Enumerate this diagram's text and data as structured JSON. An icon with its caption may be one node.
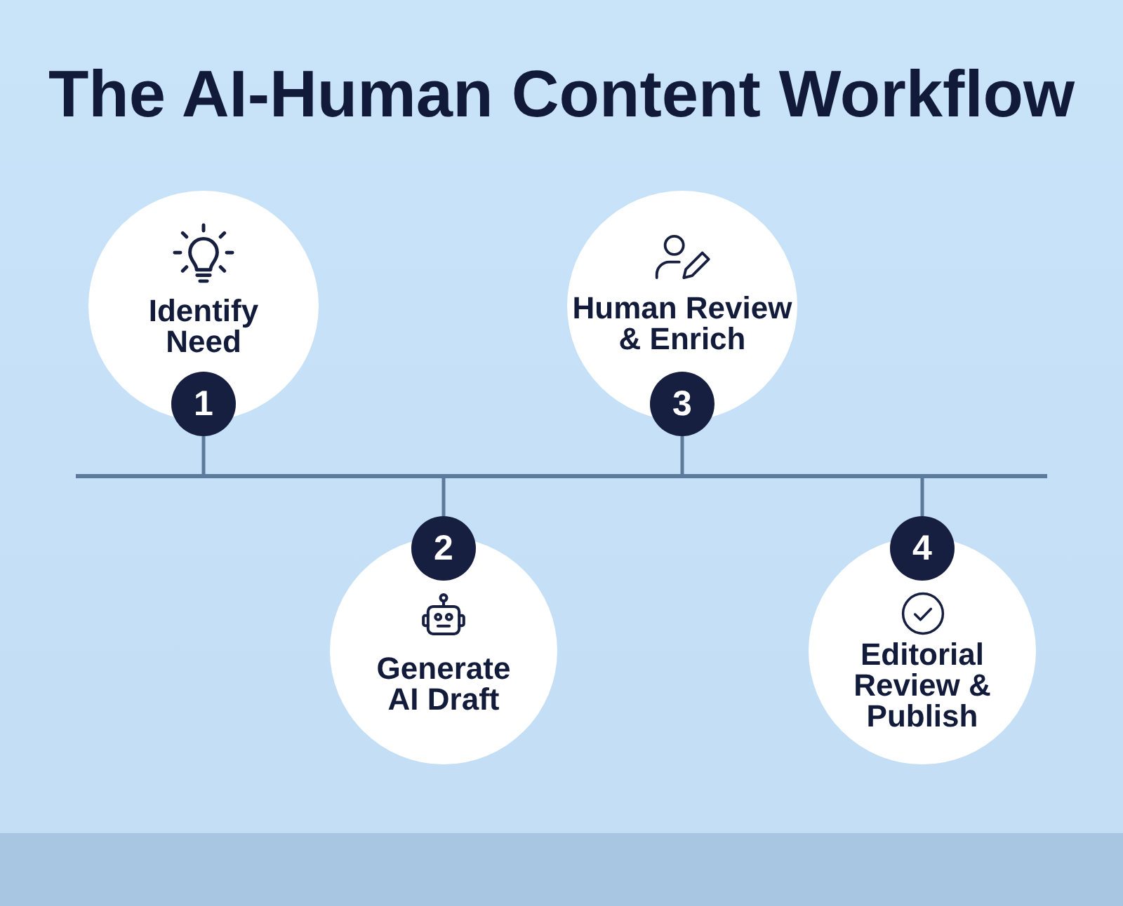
{
  "diagram": {
    "title": "The AI-Human Content Workflow",
    "nodes": [
      {
        "text": [
          "Identify Need"
        ]
      },
      {
        "text": [
          "1"
        ]
      },
      {
        "text": [
          "Generate AI Draft"
        ]
      },
      {
        "text": [
          "2"
        ]
      },
      {
        "text": [
          "Human Review & Enrich"
        ]
      },
      {
        "text": [
          "3"
        ]
      },
      {
        "text": [
          "Editorial Review & Publish"
        ]
      },
      {
        "text": [
          "4"
        ]
      },
      {
        "text": [],
        "shape": "line"
      }
    ],
    "edges": [
      {
        "from": 1,
        "to": 8,
        "arrow": "none"
      },
      {
        "from": 3,
        "to": 8,
        "arrow": "none"
      },
      {
        "from": 5,
        "to": 8,
        "arrow": "none"
      },
      {
        "from": 7,
        "to": 8,
        "arrow": "none"
      }
    ]
  }
}
